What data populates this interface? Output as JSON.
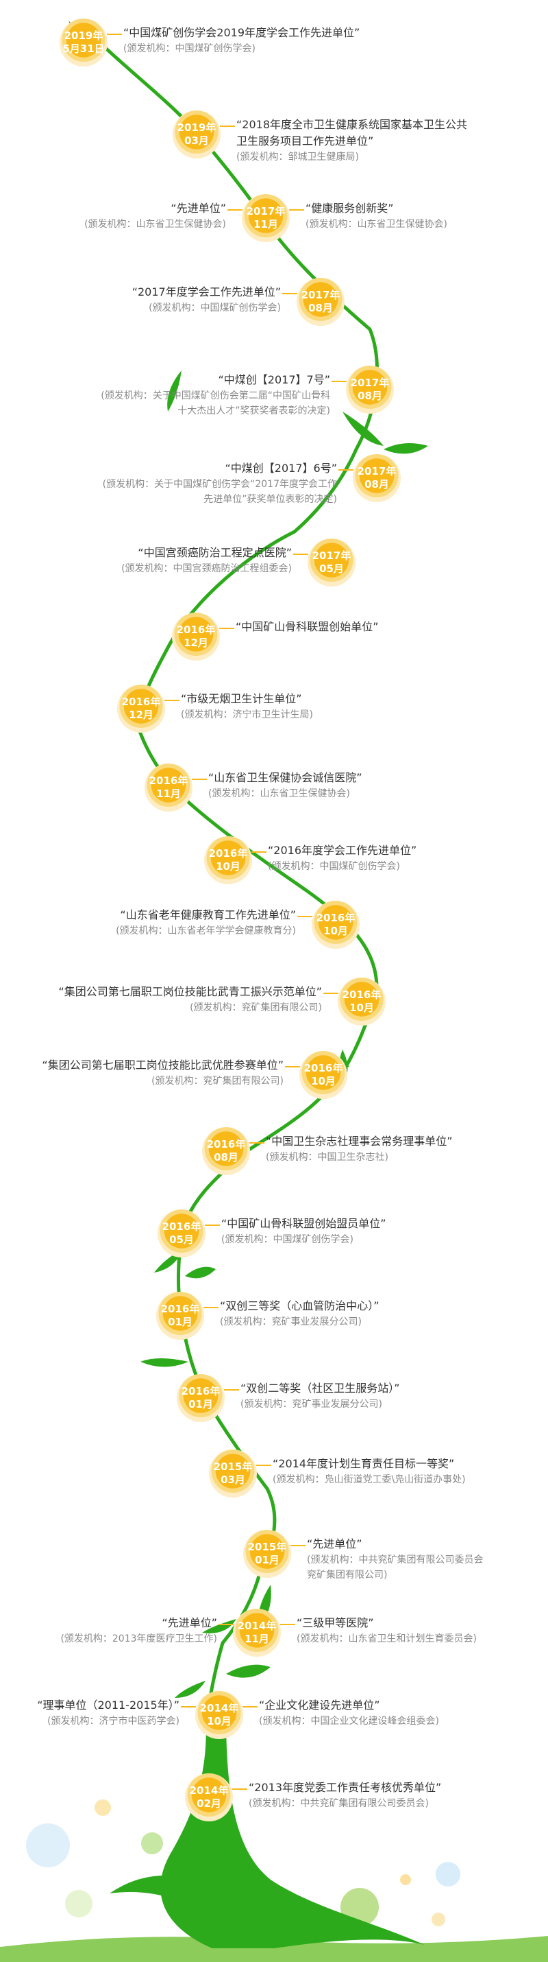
{
  "colors": {
    "stem": "#2daa1b",
    "node": "#f8b817",
    "title": "#333333",
    "org": "#8a8a8a"
  },
  "entries": [
    {
      "year": "2019年",
      "date": "5月31日",
      "side": "right",
      "title": "“中国煤矿创伤学会2019年度学会工作先进单位”",
      "title2": "",
      "org": "(颁发机构：中国煤矿创伤学会)",
      "org2": ""
    },
    {
      "year": "2019年",
      "date": "03月",
      "side": "right",
      "title": "“2018年度全市卫生健康系统国家基本卫生公共",
      "title2": "卫生服务项目工作先进单位”",
      "org": "(颁发机构：邹城卫生健康局)",
      "org2": ""
    },
    {
      "year": "2017年",
      "date": "11月",
      "side": "both",
      "title": "“健康服务创新奖”",
      "title2": "",
      "org": "(颁发机构：山东省卫生保健协会)",
      "org2": "",
      "left_title": "“先进单位”",
      "left_org": "(颁发机构：山东省卫生保健协会)"
    },
    {
      "year": "2017年",
      "date": "08月",
      "side": "left",
      "title": "“2017年度学会工作先进单位”",
      "title2": "",
      "org": "(颁发机构：中国煤矿创伤学会)",
      "org2": ""
    },
    {
      "year": "2017年",
      "date": "08月",
      "side": "left",
      "title": "“中煤创【2017】7号”",
      "title2": "",
      "org": "(颁发机构：关于中国煤矿创伤会第二届“中国矿山骨科",
      "org2": "十大杰出人才”奖获奖者表彰的决定)"
    },
    {
      "year": "2017年",
      "date": "08月",
      "side": "left",
      "title": "“中煤创【2017】6号”",
      "title2": "",
      "org": "(颁发机构：关于中国煤矿创伤学会“2017年度学会工作",
      "org2": "先进单位”获奖单位表彰的决定)"
    },
    {
      "year": "2017年",
      "date": "05月",
      "side": "left",
      "title": "“中国宫颈癌防治工程定点医院”",
      "title2": "",
      "org": "(颁发机构：中国宫颈癌防治工程组委会)",
      "org2": ""
    },
    {
      "year": "2016年",
      "date": "12月",
      "side": "right",
      "title": "“中国矿山骨科联盟创始单位”",
      "title2": "",
      "org": "",
      "org2": ""
    },
    {
      "year": "2016年",
      "date": "12月",
      "side": "right",
      "title": "“市级无烟卫生计生单位”",
      "title2": "",
      "org": "(颁发机构：济宁市卫生计生局)",
      "org2": ""
    },
    {
      "year": "2016年",
      "date": "11月",
      "side": "right",
      "title": "“山东省卫生保健协会诚信医院”",
      "title2": "",
      "org": "(颁发机构：山东省卫生保健协会)",
      "org2": ""
    },
    {
      "year": "2016年",
      "date": "10月",
      "side": "right",
      "title": "“2016年度学会工作先进单位”",
      "title2": "",
      "org": "(颁发机构：中国煤矿创伤学会)",
      "org2": ""
    },
    {
      "year": "2016年",
      "date": "10月",
      "side": "left",
      "title": "“山东省老年健康教育工作先进单位”",
      "title2": "",
      "org": "(颁发机构：山东省老年学学会健康教育分)",
      "org2": ""
    },
    {
      "year": "2016年",
      "date": "10月",
      "side": "left",
      "title": "“集团公司第七届职工岗位技能比武青工振兴示范单位”",
      "title2": "",
      "org": "(颁发机构：兖矿集团有限公司)",
      "org2": ""
    },
    {
      "year": "2016年",
      "date": "10月",
      "side": "left",
      "title": "“集团公司第七届职工岗位技能比武优胜参赛单位”",
      "title2": "",
      "org": "(颁发机构：兖矿集团有限公司)",
      "org2": ""
    },
    {
      "year": "2016年",
      "date": "08月",
      "side": "right",
      "title": "“中国卫生杂志社理事会常务理事单位”",
      "title2": "",
      "org": "(颁发机构：中国卫生杂志社)",
      "org2": ""
    },
    {
      "year": "2016年",
      "date": "05月",
      "side": "right",
      "title": "“中国矿山骨科联盟创始盟员单位”",
      "title2": "",
      "org": "(颁发机构：中国煤矿创伤学会)",
      "org2": ""
    },
    {
      "year": "2016年",
      "date": "01月",
      "side": "right",
      "title": "“双创三等奖（心血管防治中心）”",
      "title2": "",
      "org": "(颁发机构：兖矿事业发展分公司)",
      "org2": ""
    },
    {
      "year": "2016年",
      "date": "01月",
      "side": "right",
      "title": "“双创二等奖（社区卫生服务站）”",
      "title2": "",
      "org": "(颁发机构：兖矿事业发展分公司)",
      "org2": ""
    },
    {
      "year": "2015年",
      "date": "03月",
      "side": "right",
      "title": "“2014年度计划生育责任目标一等奖”",
      "title2": "",
      "org": "(颁发机构：凫山街道党工委\\凫山街道办事处)",
      "org2": ""
    },
    {
      "year": "2015年",
      "date": "01月",
      "side": "right",
      "title": "“先进单位”",
      "title2": "",
      "org": "(颁发机构：中共兖矿集团有限公司委员会",
      "org2": "兖矿集团有限公司)"
    },
    {
      "year": "2014年",
      "date": "11月",
      "side": "both",
      "title": "“三级甲等医院”",
      "title2": "",
      "org": "(颁发机构：山东省卫生和计划生育委员会)",
      "org2": "",
      "left_title": "“先进单位”",
      "left_org": "(颁发机构：2013年度医疗卫生工作)"
    },
    {
      "year": "2014年",
      "date": "10月",
      "side": "both",
      "title": "“企业文化建设先进单位”",
      "title2": "",
      "org": "(颁发机构：中国企业文化建设峰会组委会)",
      "org2": "",
      "left_title": "“理事单位（2011-2015年）”",
      "left_org": "(颁发机构：济宁市中医药学会)"
    },
    {
      "year": "2014年",
      "date": "02月",
      "side": "right",
      "title": "“2013年度党委工作责任考核优秀单位”",
      "title2": "",
      "org": "(颁发机构：中共兖矿集团有限公司委员会)",
      "org2": ""
    }
  ]
}
